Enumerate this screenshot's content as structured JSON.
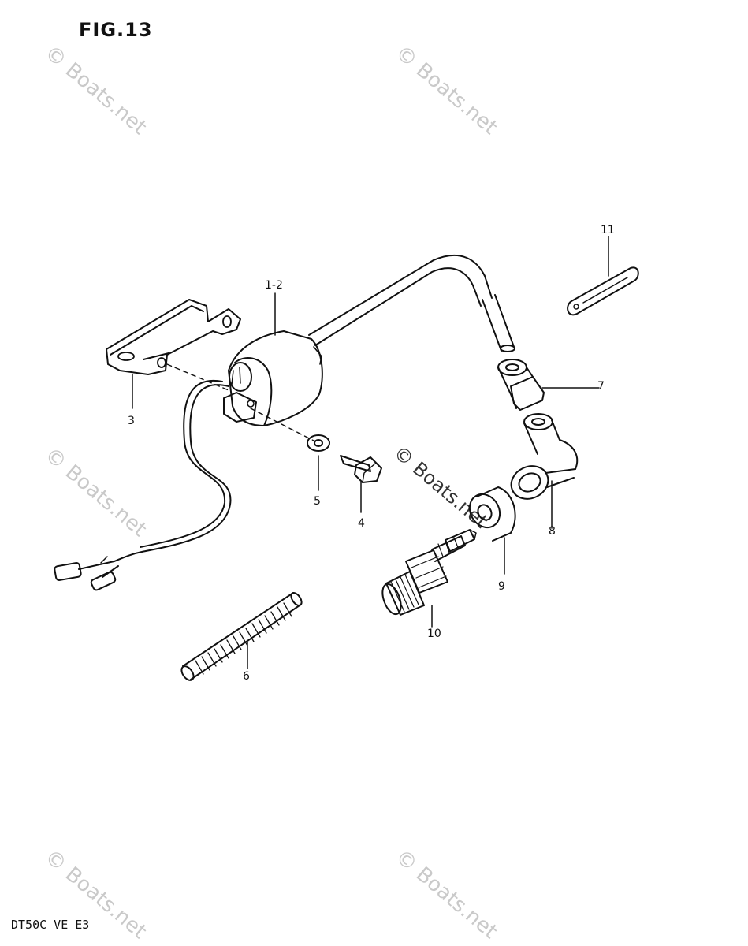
{
  "figure": {
    "title": "FIG.13",
    "model_code": "DT50C VE E3"
  },
  "watermark": {
    "text": "© Boats.net"
  },
  "callouts": [
    {
      "id": "c12",
      "label": "1-2"
    },
    {
      "id": "c3",
      "label": "3"
    },
    {
      "id": "c4",
      "label": "4"
    },
    {
      "id": "c5",
      "label": "5"
    },
    {
      "id": "c6",
      "label": "6"
    },
    {
      "id": "c7",
      "label": "7"
    },
    {
      "id": "c8",
      "label": "8"
    },
    {
      "id": "c9",
      "label": "9"
    },
    {
      "id": "c10",
      "label": "10"
    },
    {
      "id": "c11",
      "label": "11"
    }
  ]
}
